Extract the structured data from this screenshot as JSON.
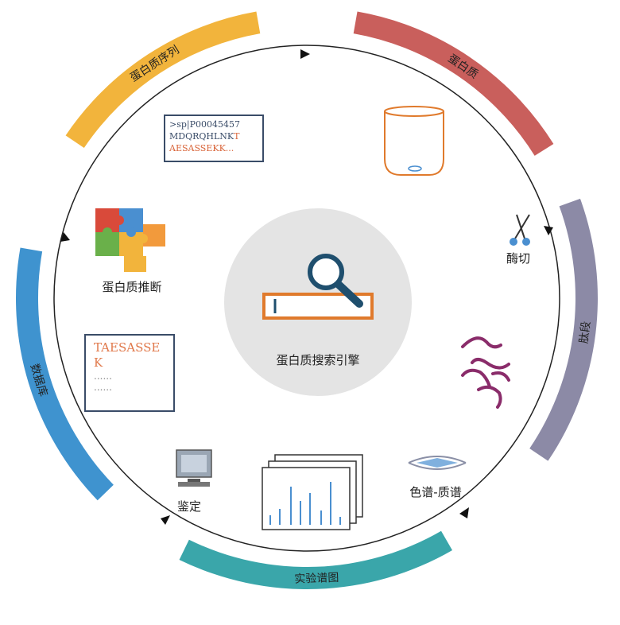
{
  "segments": [
    {
      "id": "sequence-analysis",
      "label": "蛋白质序列",
      "color": "#f2b43c"
    },
    {
      "id": "protein",
      "label": "蛋白质",
      "color": "#c95f5c"
    },
    {
      "id": "peptide",
      "label": "肽段",
      "color": "#8c8aa6"
    },
    {
      "id": "experiment-map",
      "label": "实验谱图",
      "color": "#3aa6aa"
    },
    {
      "id": "database",
      "label": "数据库",
      "color": "#3f93cf"
    }
  ],
  "center": {
    "label": "蛋白质搜索引擎"
  },
  "steps": {
    "digestion": "酶切",
    "chromatography": "色谱-质谱",
    "identification": "鉴定",
    "inference": "蛋白质推断"
  },
  "sequence": {
    "line1": ">sp|P00045457",
    "line2": "MDQRQHLNK",
    "line2_red": "T",
    "line3": "AESASSEKK..."
  },
  "result": {
    "line1": "TAESASSE",
    "line2": "K",
    "dots1": "......",
    "dots2": "......"
  },
  "colors": {
    "arc": "#111111",
    "accent": "#e07a2c",
    "magnifier": "#1f4f6e",
    "center_disc": "#e4e4e4",
    "peptide": "#8a2c6a",
    "spectrum": "#4a8fd0"
  },
  "icons": [
    "scissors-icon",
    "magnifier-icon",
    "beaker-icon",
    "puzzle-icon",
    "monitor-icon",
    "peptide-icon",
    "spectrum-icon",
    "chromatography-icon"
  ]
}
